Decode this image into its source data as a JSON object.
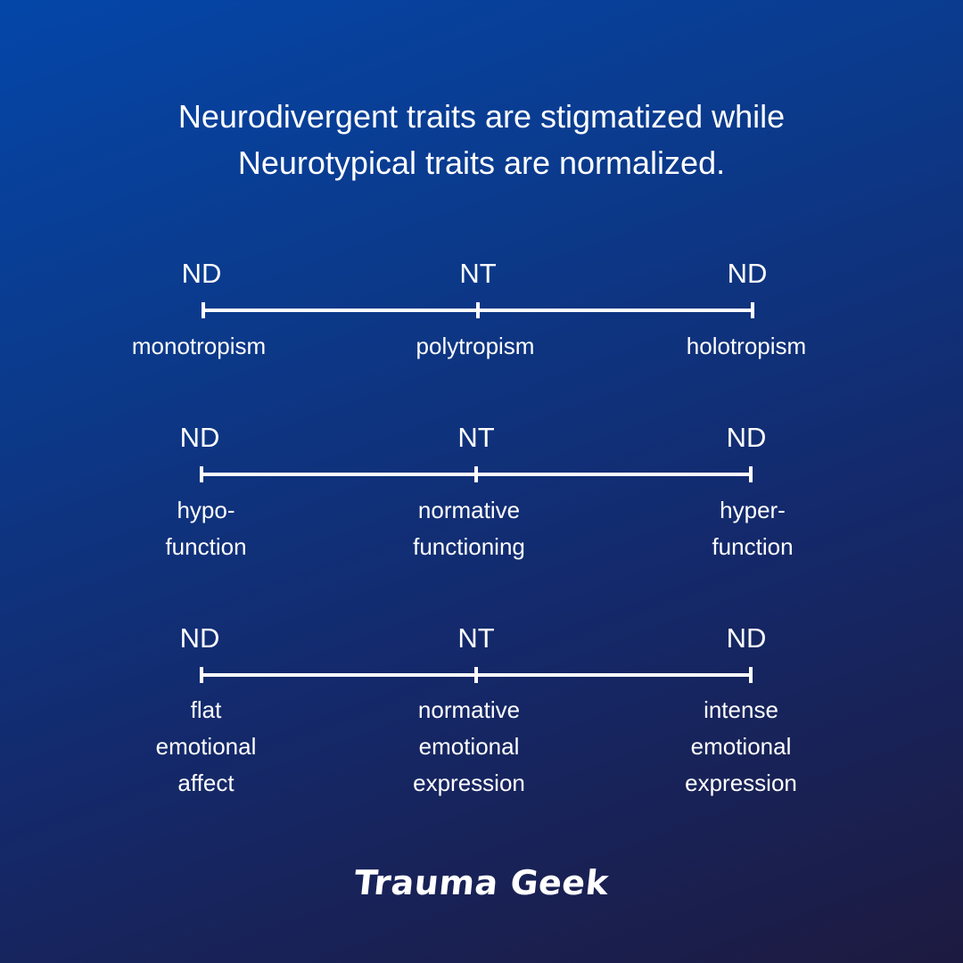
{
  "title": {
    "line1": "Neurodivergent traits are stigmatized while",
    "line2": "Neurotypical traits are normalized."
  },
  "spectra": [
    {
      "left": {
        "head": "ND",
        "label": [
          "monotropism"
        ]
      },
      "center": {
        "head": "NT",
        "label": [
          "polytropism"
        ]
      },
      "right": {
        "head": "ND",
        "label": [
          "holotropism"
        ]
      }
    },
    {
      "left": {
        "head": "ND",
        "label": [
          "hypo-",
          "function"
        ]
      },
      "center": {
        "head": "NT",
        "label": [
          "normative",
          "functioning"
        ]
      },
      "right": {
        "head": "ND",
        "label": [
          "hyper-",
          "function"
        ]
      }
    },
    {
      "left": {
        "head": "ND",
        "label": [
          "flat",
          "emotional",
          "affect"
        ]
      },
      "center": {
        "head": "NT",
        "label": [
          "normative",
          "emotional",
          "expression"
        ]
      },
      "right": {
        "head": "ND",
        "label": [
          "intense",
          "emotional",
          "expression"
        ]
      }
    }
  ],
  "brand": "Trauma Geek"
}
